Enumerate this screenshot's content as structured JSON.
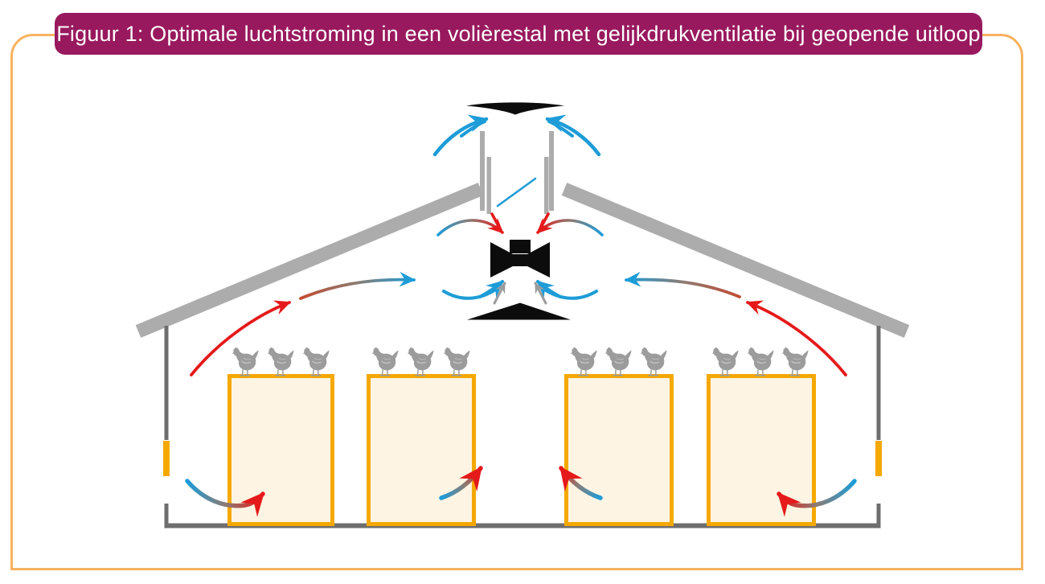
{
  "figure": {
    "title": "Figuur 1: Optimale luchtstroming in een volièrestal met gelijkdrukventilatie bij geopende uitloop"
  },
  "colors": {
    "banner": "#98195E",
    "banner_text": "#FFFFFF",
    "frame": "#F8B25F",
    "structure": "#6E6E6E",
    "roof": "#ACACAC",
    "aviary_border": "#F5A800",
    "aviary_fill": "#FDF4E3",
    "hen": "#9C9C9C",
    "cold_air": "#1E9CD8",
    "warm_air": "#E51A1A",
    "mix_mid": "#8D7B72",
    "vent_black": "#0C0C0C"
  },
  "diagram": {
    "aviary_rows": 4,
    "hens_per_row": 3,
    "wall_outlet_openings": 2,
    "components": [
      "ridge-vent-cap",
      "ridge-shaft",
      "circulation-fan",
      "deflector-plate",
      "roof",
      "side-wall",
      "wall-outlet-opening",
      "floor",
      "aviary-row",
      "hen",
      "cold-air-arrow",
      "warm-air-arrow",
      "mixed-air-arrow"
    ]
  }
}
